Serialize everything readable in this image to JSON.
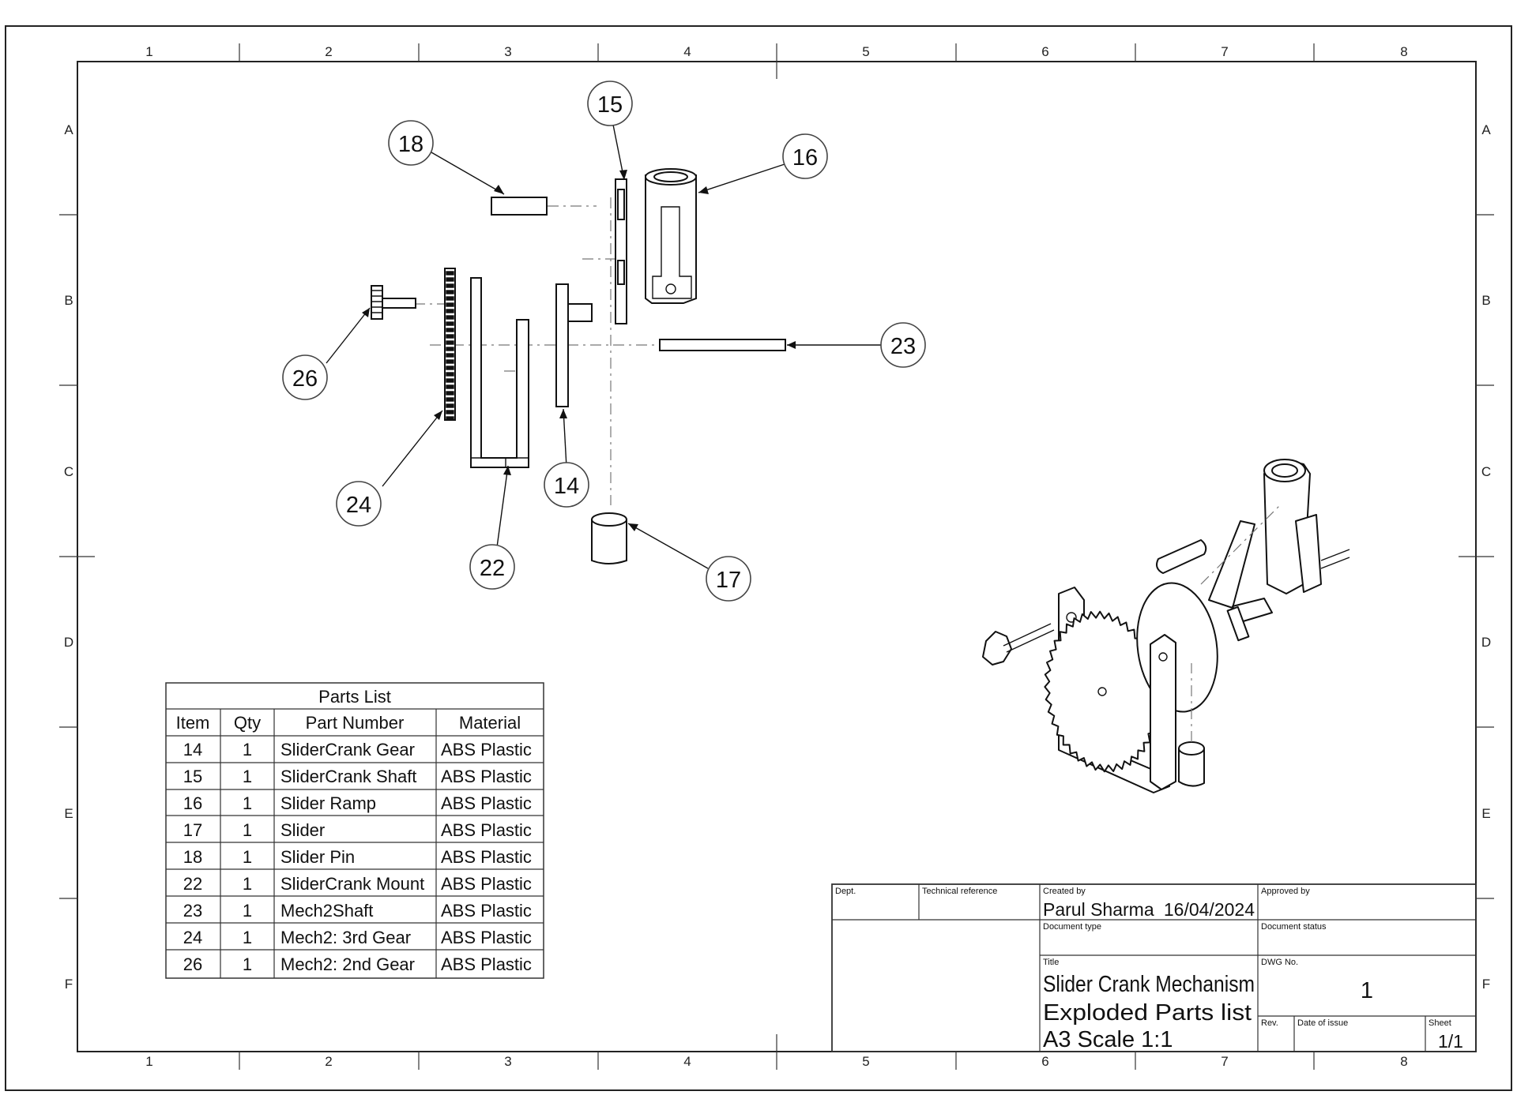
{
  "sheet": {
    "col_labels": [
      "1",
      "2",
      "3",
      "4",
      "5",
      "6",
      "7",
      "8"
    ],
    "row_labels": [
      "A",
      "B",
      "C",
      "D",
      "E",
      "F"
    ]
  },
  "balloons": [
    {
      "id": "b15",
      "label": "15"
    },
    {
      "id": "b18",
      "label": "18"
    },
    {
      "id": "b16",
      "label": "16"
    },
    {
      "id": "b23",
      "label": "23"
    },
    {
      "id": "b26",
      "label": "26"
    },
    {
      "id": "b14",
      "label": "14"
    },
    {
      "id": "b24",
      "label": "24"
    },
    {
      "id": "b22",
      "label": "22"
    },
    {
      "id": "b17",
      "label": "17"
    }
  ],
  "parts_list": {
    "title": "Parts List",
    "headers": [
      "Item",
      "Qty",
      "Part Number",
      "Material"
    ],
    "rows": [
      [
        "14",
        "1",
        "SliderCrank Gear",
        "ABS Plastic"
      ],
      [
        "15",
        "1",
        "SliderCrank Shaft",
        "ABS Plastic"
      ],
      [
        "16",
        "1",
        "Slider Ramp",
        "ABS Plastic"
      ],
      [
        "17",
        "1",
        "Slider",
        "ABS Plastic"
      ],
      [
        "18",
        "1",
        "Slider Pin",
        "ABS Plastic"
      ],
      [
        "22",
        "1",
        "SliderCrank Mount",
        "ABS Plastic"
      ],
      [
        "23",
        "1",
        "Mech2Shaft",
        "ABS Plastic"
      ],
      [
        "24",
        "1",
        "Mech2: 3rd Gear",
        "ABS Plastic"
      ],
      [
        "26",
        "1",
        "Mech2: 2nd Gear",
        "ABS Plastic"
      ]
    ]
  },
  "title_block": {
    "dept_label": "Dept.",
    "tech_ref_label": "Technical reference",
    "created_by_label": "Created by",
    "created_by": "Parul Sharma",
    "created_date": "16/04/2024",
    "approved_by_label": "Approved by",
    "doc_type_label": "Document type",
    "doc_status_label": "Document status",
    "title_label": "Title",
    "title_line1": "Slider Crank Mechanism",
    "title_line2": "Exploded Parts list",
    "title_line3": "A3 Scale 1:1",
    "dwg_no_label": "DWG No.",
    "dwg_no": "1",
    "rev_label": "Rev.",
    "date_issue_label": "Date of issue",
    "sheet_label": "Sheet",
    "sheet_value": "1/1"
  }
}
